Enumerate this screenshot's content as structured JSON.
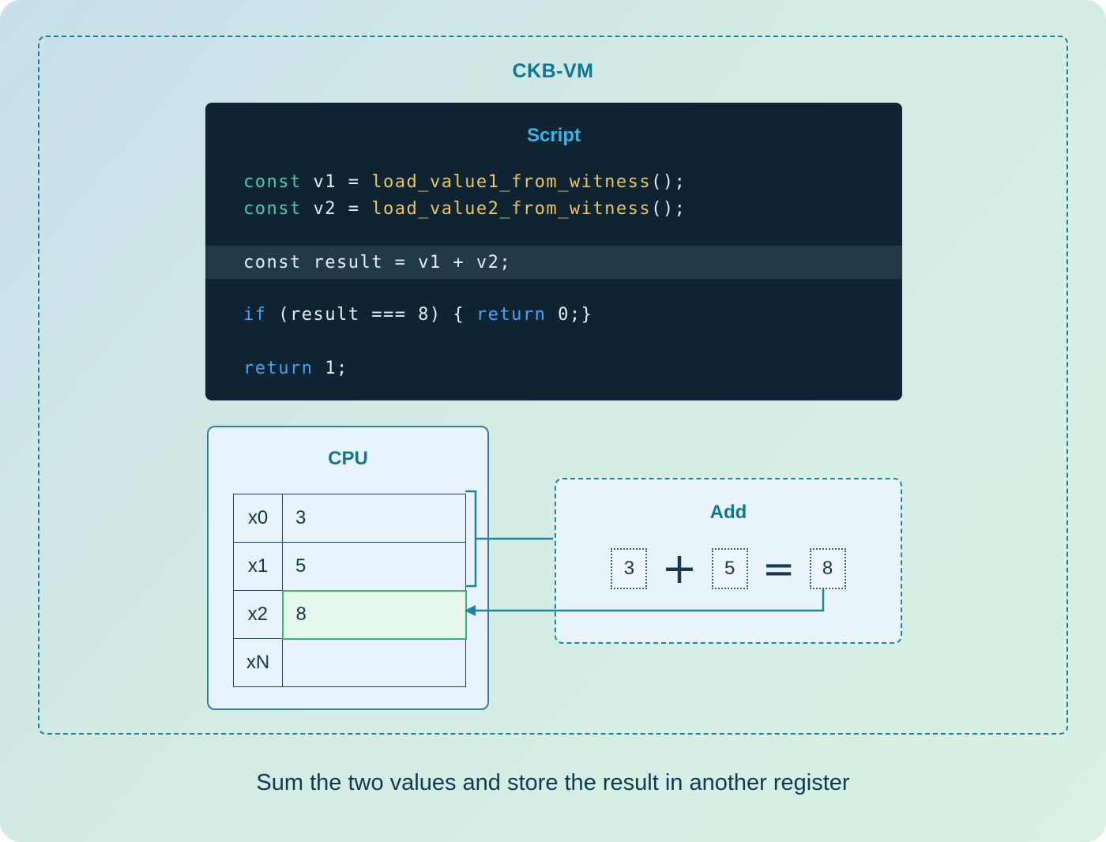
{
  "vm": {
    "title": "CKB-VM"
  },
  "script": {
    "title": "Script",
    "lines": {
      "l1": {
        "kw": "const",
        "mid": " v1 = ",
        "fn": "load_value1_from_witness",
        "end": "();"
      },
      "l2": {
        "kw": "const",
        "mid": " v2 = ",
        "fn": "load_value2_from_witness",
        "end": "();"
      },
      "l3": {
        "text": "const result = v1 + v2;"
      },
      "l4": {
        "kw": "if",
        "mid": " (result === 8) { ",
        "kw2": "return",
        "end": " 0;}"
      },
      "l5": {
        "kw": "return",
        "end": " 1;"
      }
    }
  },
  "cpu": {
    "title": "CPU",
    "registers": [
      {
        "name": "x0",
        "value": "3"
      },
      {
        "name": "x1",
        "value": "5"
      },
      {
        "name": "x2",
        "value": "8"
      },
      {
        "name": "xN",
        "value": ""
      }
    ]
  },
  "add": {
    "title": "Add",
    "operand1": "3",
    "operator_plus": "+",
    "operand2": "5",
    "operator_equals": "=",
    "result": "8"
  },
  "caption": "Sum the two values and store the result in another register",
  "colors": {
    "accent_teal": "#0e7795",
    "script_title_blue": "#3db4e9",
    "code_background": "#0e2433",
    "code_keyword": "#46c9bd",
    "code_function": "#e9c468",
    "code_flow": "#45a2f5",
    "highlight_green": "#35b377",
    "connector": "#1d85a4"
  }
}
